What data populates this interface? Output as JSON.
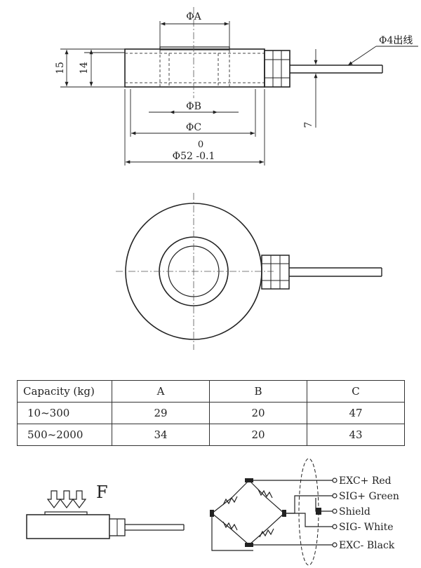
{
  "side_view": {
    "dim_a": "ΦA",
    "dim_b": "ΦB",
    "dim_c": "ΦC",
    "dim_height_outer": "15",
    "dim_height_inner": "14",
    "dim_cable": "Φ4出线",
    "dim_cable_offset": "7",
    "tolerance_upper": "0",
    "dim_diameter": "Φ52 -0.1"
  },
  "table": {
    "headers": [
      "Capacity (kg)",
      "A",
      "B",
      "C"
    ],
    "rows": [
      [
        "10~300",
        "29",
        "20",
        "47"
      ],
      [
        "500~2000",
        "34",
        "20",
        "43"
      ]
    ]
  },
  "force_label": "F",
  "wiring": {
    "leads": [
      "EXC+ Red",
      "SIG+ Green",
      "Shield",
      "SIG- White",
      "EXC- Black"
    ]
  }
}
